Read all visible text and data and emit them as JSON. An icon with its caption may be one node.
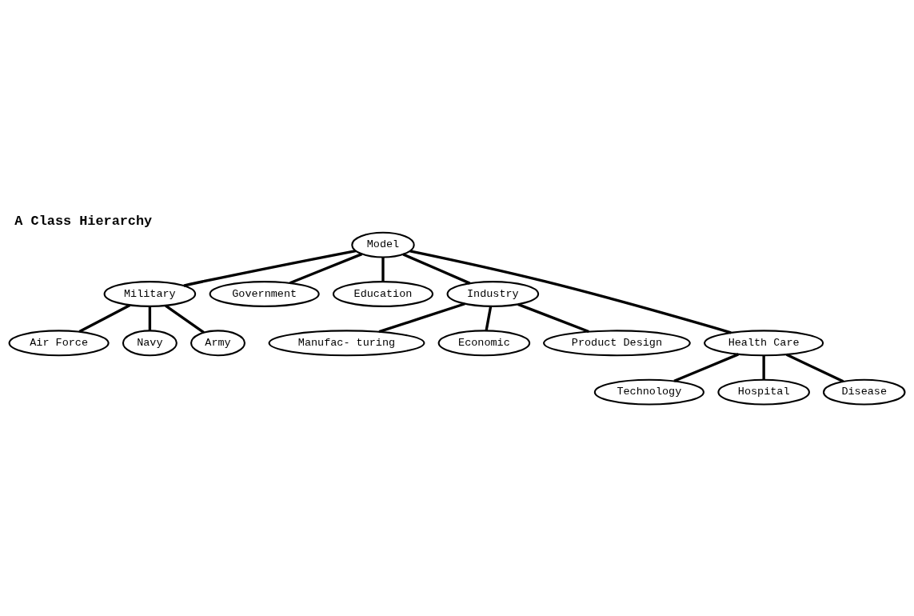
{
  "diagram": {
    "title": "A Class Hierarchy",
    "nodes": [
      {
        "text": [
          "Model"
        ]
      },
      {
        "text": [
          "Military"
        ]
      },
      {
        "text": [
          "Government"
        ]
      },
      {
        "text": [
          "Education"
        ]
      },
      {
        "text": [
          "Industry"
        ]
      },
      {
        "text": [
          "Air Force"
        ]
      },
      {
        "text": [
          "Navy"
        ]
      },
      {
        "text": [
          "Army"
        ]
      },
      {
        "text": [
          "Health Care"
        ]
      },
      {
        "text": [
          "Technology"
        ]
      },
      {
        "text": [
          "Hospital"
        ]
      },
      {
        "text": [
          "Disease"
        ]
      },
      {
        "text": [
          "Manufac- turing"
        ]
      },
      {
        "text": [
          "Economic"
        ]
      },
      {
        "text": [
          "Product Design"
        ]
      }
    ],
    "edges": [
      {
        "from": 0,
        "to": 1,
        "arrow": "none"
      },
      {
        "from": 0,
        "to": 2,
        "arrow": "none"
      },
      {
        "from": 0,
        "to": 8,
        "arrow": "none"
      },
      {
        "from": 0,
        "to": 3,
        "arrow": "none"
      },
      {
        "from": 0,
        "to": 4,
        "arrow": "none"
      },
      {
        "from": 1,
        "to": 5,
        "arrow": "none"
      },
      {
        "from": 1,
        "to": 6,
        "arrow": "none"
      },
      {
        "from": 1,
        "to": 7,
        "arrow": "none"
      },
      {
        "from": 8,
        "to": 9,
        "arrow": "none"
      },
      {
        "from": 8,
        "to": 10,
        "arrow": "none"
      },
      {
        "from": 8,
        "to": 11,
        "arrow": "none"
      },
      {
        "from": 4,
        "to": 12,
        "arrow": "none"
      },
      {
        "from": 4,
        "to": 13,
        "arrow": "none"
      },
      {
        "from": 4,
        "to": 14,
        "arrow": "none"
      }
    ]
  }
}
